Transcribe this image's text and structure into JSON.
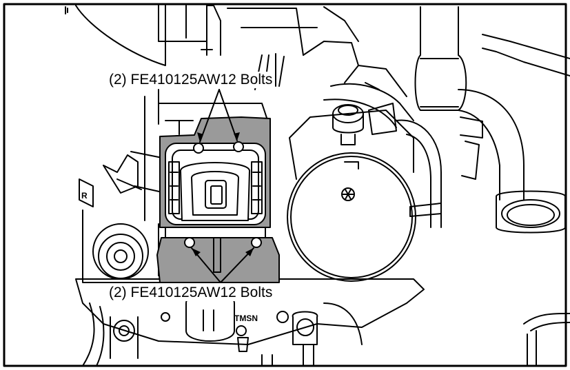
{
  "callouts": {
    "top": "(2) FE410125AW12 Bolts",
    "bottom": "(2) FE410125AW12 Bolts"
  },
  "stamped_text": {
    "side_mark": "R",
    "port_mark": "TMSN"
  },
  "colors": {
    "line": "#000000",
    "highlight": "#9a9a9a",
    "background": "#ffffff"
  }
}
